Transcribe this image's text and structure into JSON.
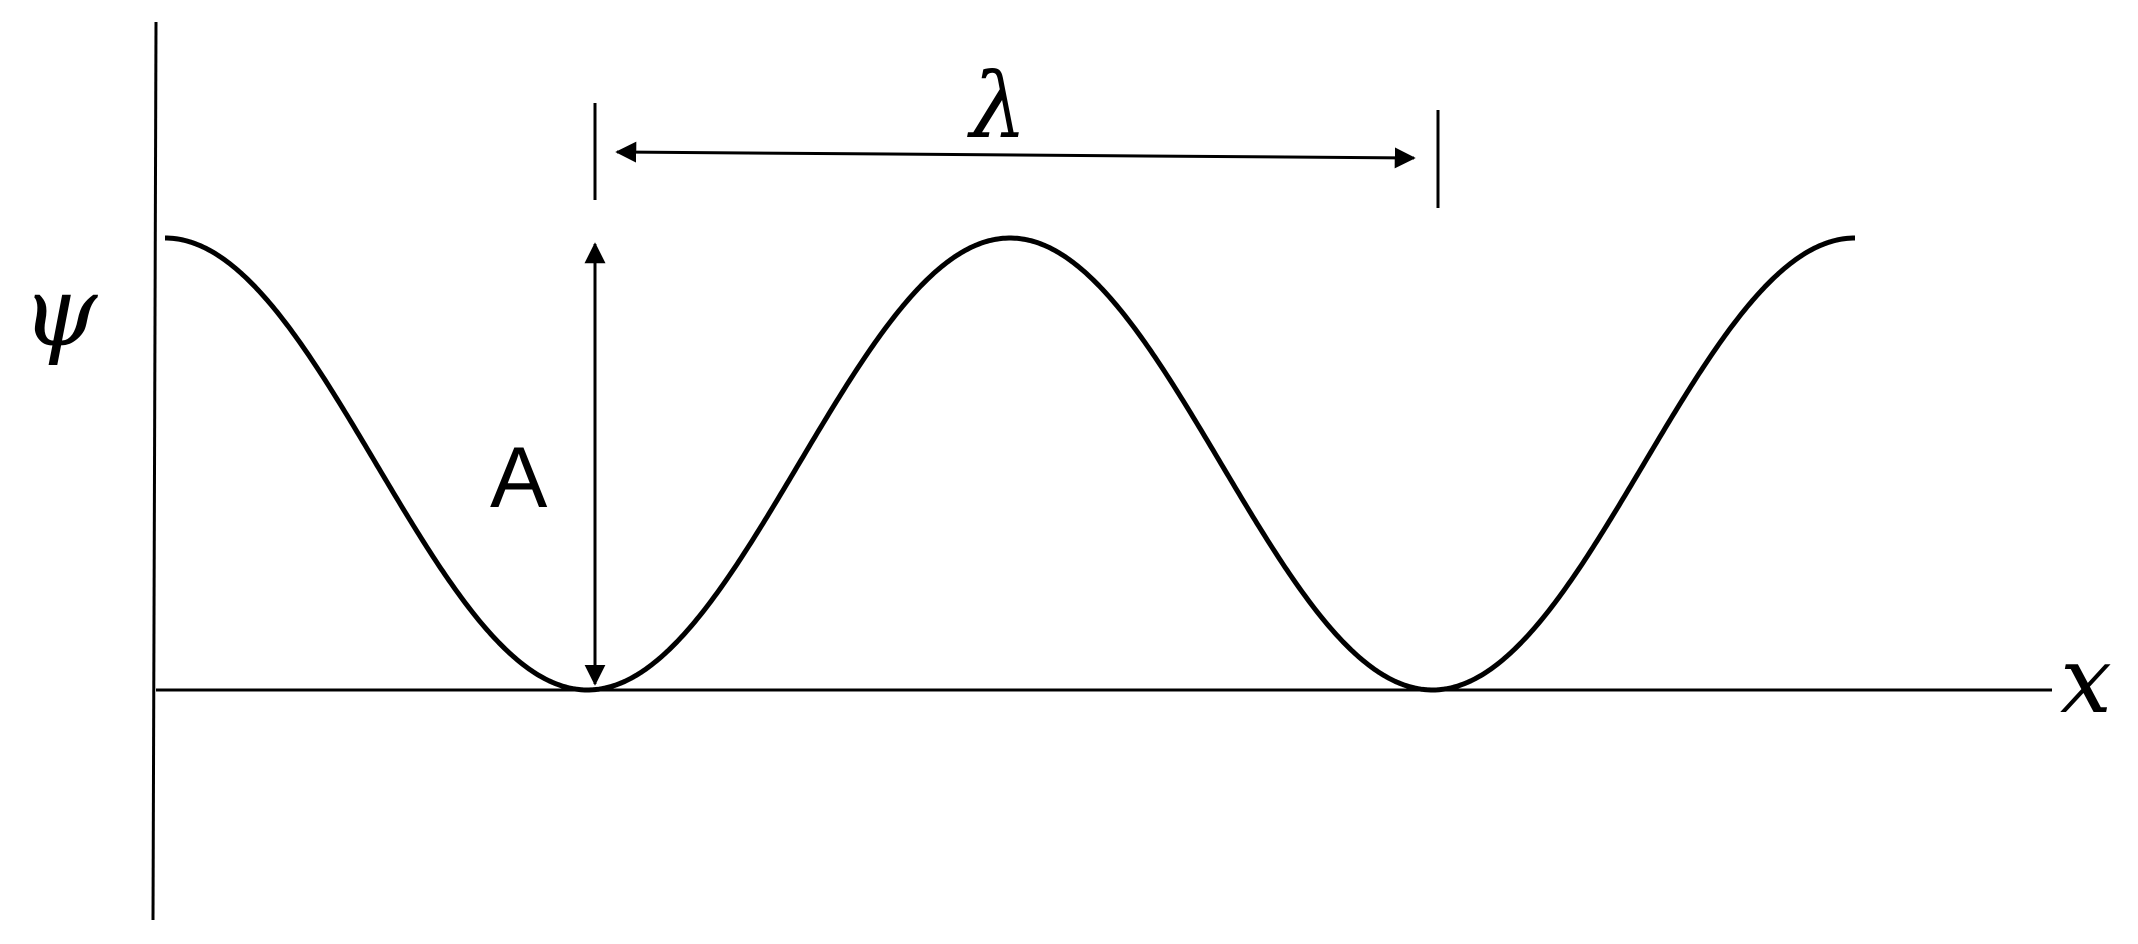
{
  "diagram": {
    "y_axis_label": "ψ",
    "x_axis_label": "x",
    "amplitude_label": "A",
    "wavelength_label": "λ",
    "colors": {
      "stroke": "#000000",
      "background": "#ffffff"
    }
  }
}
